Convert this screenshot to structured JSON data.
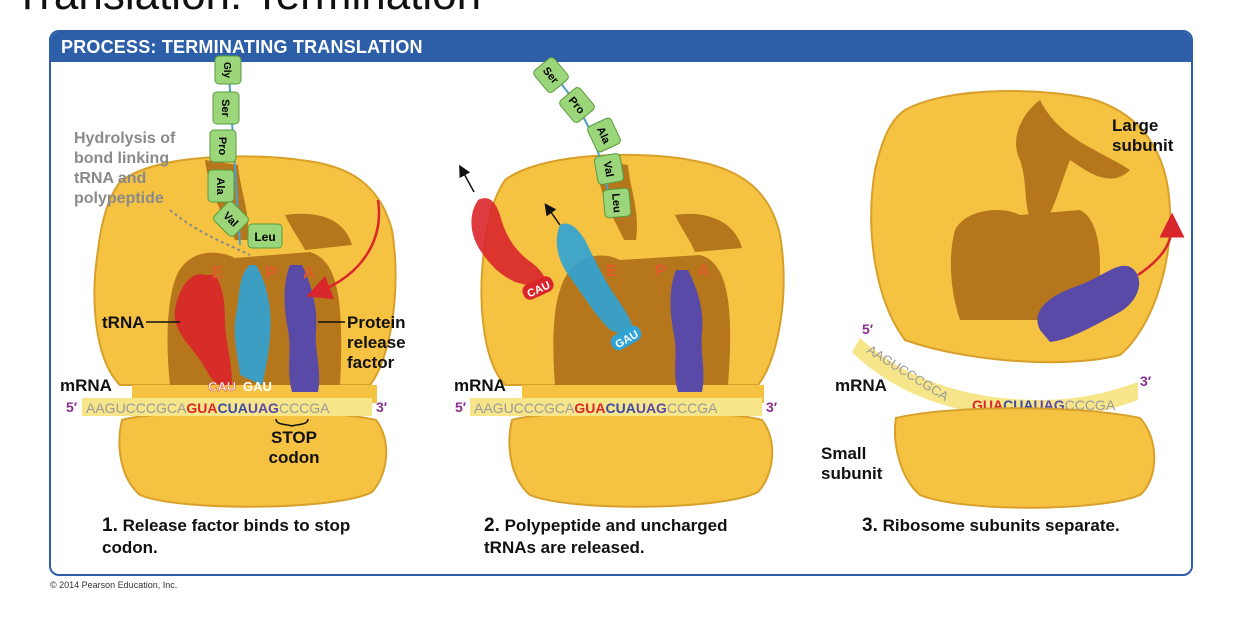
{
  "slide": {
    "title": "Translation: Termination"
  },
  "header": {
    "title": "PROCESS: TERMINATING TRANSLATION"
  },
  "site_labels": {
    "e": "E",
    "p": "P",
    "a": "A"
  },
  "mrna": {
    "label": "mRNA",
    "five_prime": "5′",
    "three_prime": "3′",
    "seq_lead": "AAGUCCCGCA",
    "codon_start": "GUA",
    "codon_mid": "CUA",
    "codon_stop": "UAG",
    "seq_tail": "CCCGA"
  },
  "anticodons": {
    "first": "CAU",
    "second": "GAU"
  },
  "amino_acids": {
    "gly": "Gly",
    "ser": "Ser",
    "pro": "Pro",
    "ala": "Ala",
    "val": "Val",
    "leu": "Leu"
  },
  "step1": {
    "hydrolysis_lines": [
      "Hydrolysis of",
      "bond linking",
      "tRNA and",
      "polypeptide"
    ],
    "trna_label": "tRNA",
    "release_factor_lines": [
      "Protein",
      "release",
      "factor"
    ],
    "stop_codon_lines": [
      "STOP",
      "codon"
    ],
    "caption_num": "1.",
    "caption_lines": [
      "Release factor binds to stop",
      "codon."
    ]
  },
  "step2": {
    "caption_num": "2.",
    "caption_lines": [
      "Polypeptide and uncharged",
      "tRNAs are released."
    ]
  },
  "step3": {
    "large_subunit_lines": [
      "Large",
      "subunit"
    ],
    "small_subunit_lines": [
      "Small",
      "subunit"
    ],
    "caption_num": "3.",
    "caption_text": "Ribosome subunits separate."
  },
  "colors": {
    "header_blue": "#2c5fa8",
    "ribosome": "#f5c242",
    "ribosome_dark": "#b5761c",
    "trna_red": "#d9262b",
    "trna_blue": "#2fa3d6",
    "release_factor": "#5a4aa8",
    "amino_green": "#9bd67a",
    "codon_red": "#d9262b",
    "codon_blue": "#3a4aa8",
    "five_prime": "#8a2f8a"
  },
  "copyright": "© 2014 Pearson Education, Inc."
}
